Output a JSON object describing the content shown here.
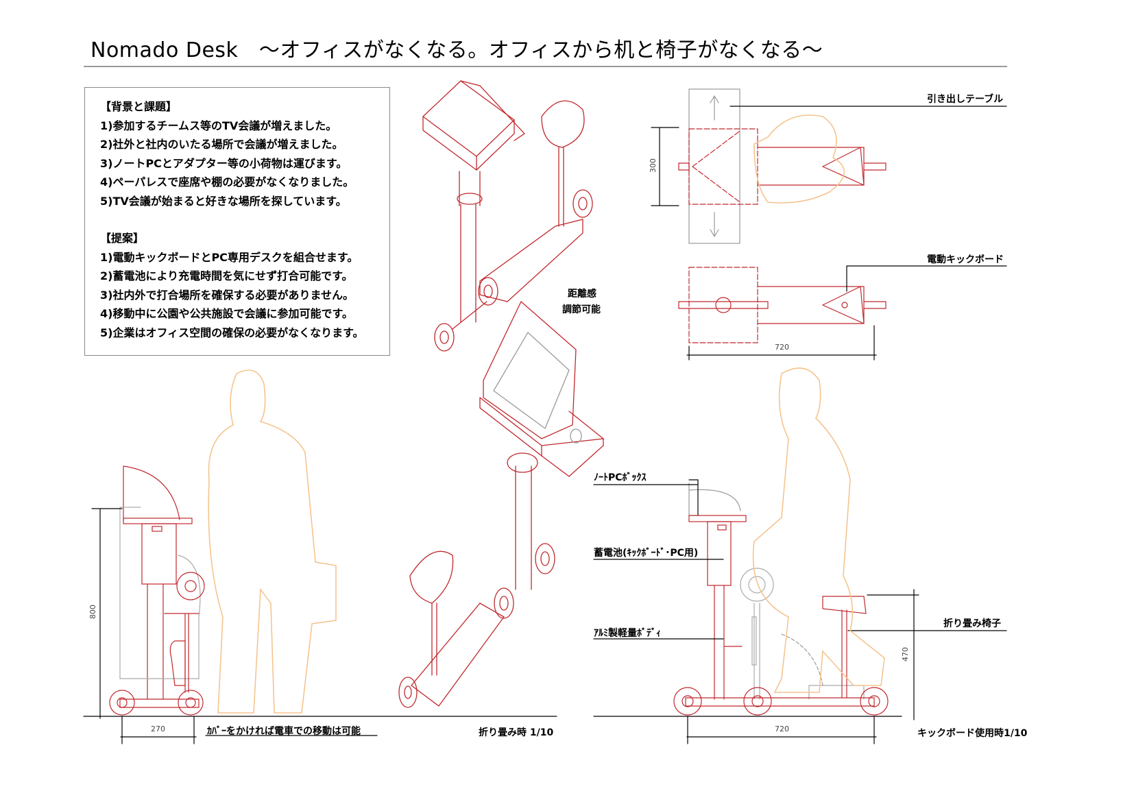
{
  "title": "Nomado Desk　～オフィスがなくなる。オフィスから机と椅子がなくなる～",
  "background": {
    "heading": "【背景と課題】",
    "items": [
      "1)参加するチームス等のTV会議が増えました。",
      "2)社外と社内のいたる場所で会議が増えました。",
      "3)ノートPCとアダプター等の小荷物は運びます。",
      "4)ペーパレスで座席や棚の必要がなくなりました。",
      "5)TV会議が始まると好きな場所を探しています。"
    ]
  },
  "proposal": {
    "heading": "【提案】",
    "items": [
      "1)電動キックボードとPC専用デスクを組合せます。",
      "2)蓄電池により充電時間を気にせず打合可能です。",
      "3)社内外で打合場所を確保する必要がありません。",
      "4)移動中に公園や公共施設で会議に参加可能です。",
      "5)企業はオフィス空間の確保の必要がなくなります。"
    ]
  },
  "labels": {
    "distance": [
      "距離感",
      "調節可能"
    ],
    "pull_out_table": "引き出しテーブル",
    "electric_kickboard": "電動キックボード",
    "laptop_box": "ﾉｰﾄPCﾎﾞｯｸｽ",
    "battery": "蓄電池(ｷｯｸﾎﾞｰﾄﾞ･PC用)",
    "aluminum_body": "ｱﾙﾐ製軽量ﾎﾞﾃﾞｨ",
    "folding_chair": "折り畳み椅子",
    "train_note": "ｶﾊﾞｰをかければ電車での移動は可能",
    "folded_scale": "折り畳み時 1/10",
    "kickboard_scale": "キックボード使用時1/10"
  },
  "dimensions": {
    "plan_width": "300",
    "plan_length": "720",
    "folded_height": "800",
    "folded_depth": "270",
    "use_length": "720",
    "seat_height": "470"
  },
  "colors": {
    "line": "#c0282d",
    "person": "#f5c48f",
    "gray": "#999999"
  }
}
